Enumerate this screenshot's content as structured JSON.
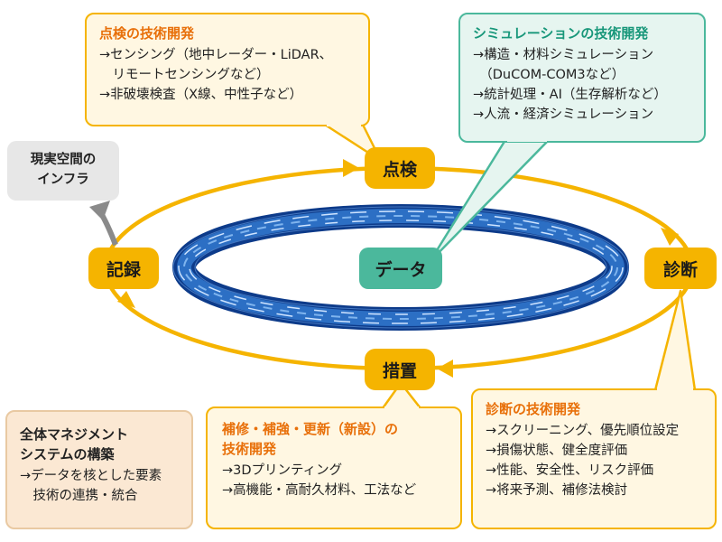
{
  "inspection_tech": {
    "title": "点検の技術開発",
    "items": [
      "→センシング（地中レーダー・LiDAR、",
      "　リモートセンシングなど）",
      "→非破壊検査（X線、中性子など）"
    ]
  },
  "simulation_tech": {
    "title": "シミュレーションの技術開発",
    "items": [
      "→構造・材料シミュレーション",
      "　（DuCOM-COM3など）",
      "→統計処理・AI（生存解析など）",
      "→人流・経済シミュレーション"
    ]
  },
  "real_infra": {
    "lines": [
      "現実空間の",
      "インフラ"
    ]
  },
  "cycle": {
    "inspection": "点検",
    "diagnosis": "診断",
    "measures": "措置",
    "record": "記録",
    "data": "データ"
  },
  "management": {
    "title_lines": [
      "全体マネジメント",
      "システムの構築"
    ],
    "items": [
      "→データを核とした要素",
      "　技術の連携・統合"
    ]
  },
  "repair_tech": {
    "title_lines": [
      "補修・補強・更新（新設）の",
      "技術開発"
    ],
    "items": [
      "→3Dプリンティング",
      "→高機能・高耐久材料、工法など"
    ]
  },
  "diagnosis_tech": {
    "title": "診断の技術開発",
    "items": [
      "→スクリーニング、優先順位設定",
      "→損傷状態、健全度評価",
      "→性能、安全性、リスク評価",
      "→将来予測、補修法検討"
    ]
  },
  "colors": {
    "accent_orange": "#f5b400",
    "title_orange": "#e8700a",
    "accent_teal": "#4bb89c",
    "ring_blue": "#1f5ea8"
  }
}
